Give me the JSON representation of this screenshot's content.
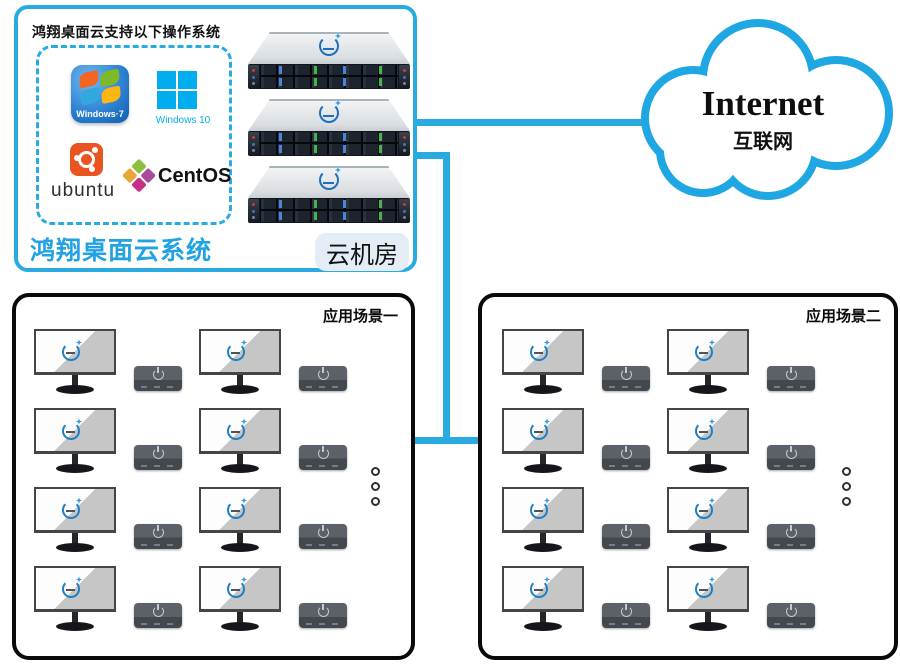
{
  "colors": {
    "accent_cyan": "#29abe2",
    "scenario_border": "#0a0a0a",
    "room_chip_bg": "#e4edf5",
    "system_label_color": "#21a3e3",
    "windows10_blue": "#00adef",
    "ubuntu_orange": "#e95420"
  },
  "cloud_room": {
    "os_note": "鸿翔桌面云支持以下操作系统",
    "os_logos": [
      {
        "name": "windows-7",
        "label": "Windows·7"
      },
      {
        "name": "windows-10",
        "label": "Windows 10"
      },
      {
        "name": "ubuntu",
        "label": "ubuntu"
      },
      {
        "name": "centos",
        "label": "CentOS"
      }
    ],
    "system_label": "鸿翔桌面云系统",
    "room_label": "云机房",
    "server_count": 3
  },
  "internet": {
    "title": "Internet",
    "subtitle": "互联网"
  },
  "scenarios": [
    {
      "label": "应用场景一",
      "workstation_count": 8,
      "more_dots": 3
    },
    {
      "label": "应用场景二",
      "workstation_count": 8,
      "more_dots": 3
    }
  ]
}
